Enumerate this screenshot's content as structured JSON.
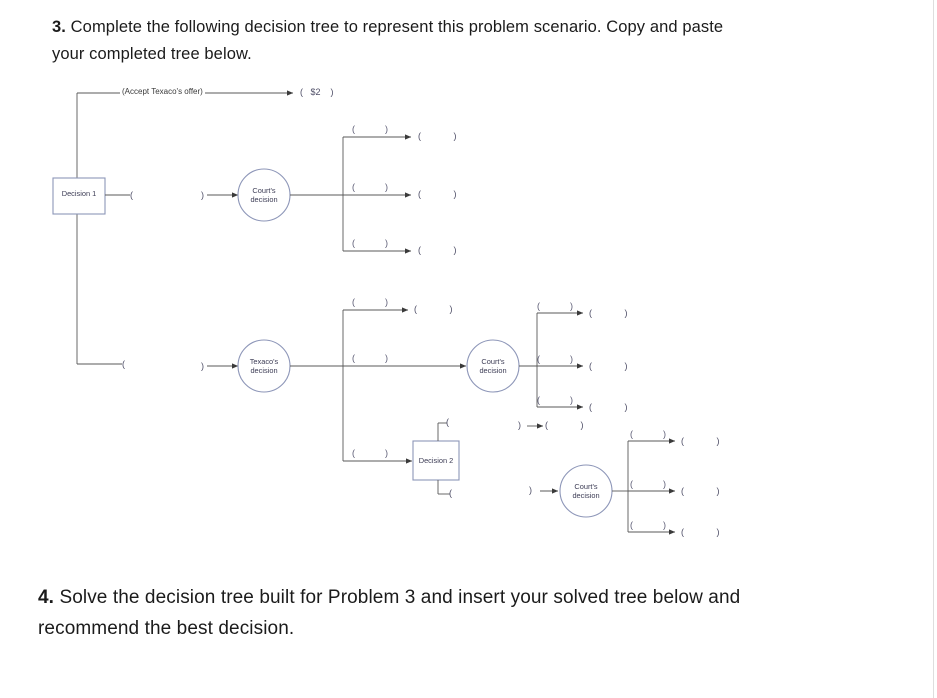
{
  "document": {
    "background": "#ffffff",
    "text_color": "#1b1b1b"
  },
  "prompts": [
    {
      "number": "3.",
      "text": "Complete the following decision tree to represent this problem scenario. Copy and paste your completed tree below."
    },
    {
      "number": "4.",
      "text": "Solve the decision tree built for Problem 3 and insert your solved tree below and recommend the best decision."
    }
  ],
  "diagram": {
    "type": "decision-tree",
    "line_color": "#595959",
    "node_border_color": "#8d96b8",
    "node_text_color": "#3c3c55",
    "nodes": [
      {
        "id": "decision-1",
        "shape": "square",
        "label": "Decision 1"
      },
      {
        "id": "courts-decision-top",
        "shape": "circle",
        "label_line1": "Court's",
        "label_line2": "decision"
      },
      {
        "id": "texacos-decision",
        "shape": "circle",
        "label_line1": "Texaco's",
        "label_line2": "decision"
      },
      {
        "id": "courts-decision-mid",
        "shape": "circle",
        "label_line1": "Court's",
        "label_line2": "decision"
      },
      {
        "id": "decision-2",
        "shape": "square",
        "label": "Decision 2"
      },
      {
        "id": "courts-decision-bottom",
        "shape": "circle",
        "label_line1": "Court's",
        "label_line2": "decision"
      }
    ],
    "edge_labels": {
      "accept_offer": "(Accept Texaco's offer)",
      "blank_probability": "(            )"
    },
    "payoffs": {
      "accept_offer_payoff": "(   $2    )",
      "blank_payoff": "(             )"
    },
    "stubs": {
      "open_paren": "(",
      "close_paren": ")"
    }
  }
}
